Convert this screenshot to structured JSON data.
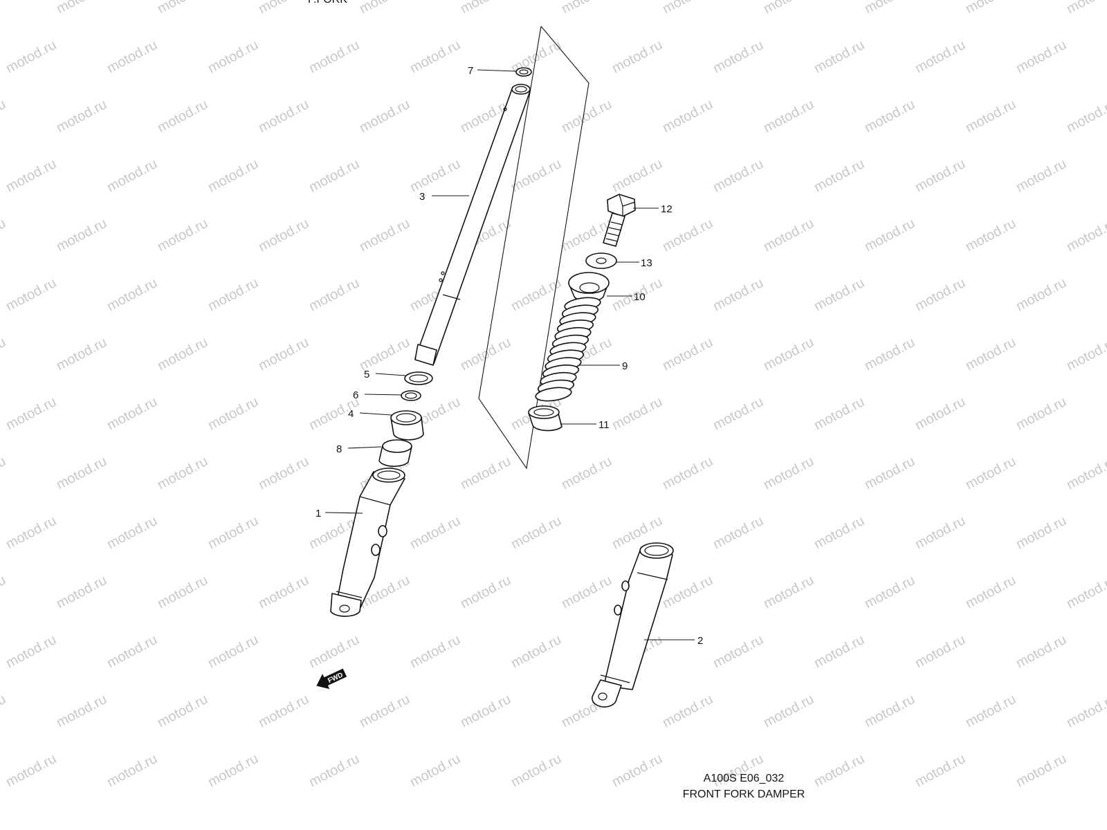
{
  "diagram": {
    "code": "A100S E06_032",
    "title": "FRONT FORK DAMPER",
    "top_label": "F.FORK",
    "watermark": "motod.ru",
    "direction_badge": "FWD",
    "callouts": {
      "p1": "1",
      "p2": "2",
      "p3": "3",
      "p4": "4",
      "p5": "5",
      "p6": "6",
      "p7": "7",
      "p8": "8",
      "p9": "9",
      "p10": "10",
      "p11": "11",
      "p12": "12",
      "p13": "13"
    }
  }
}
